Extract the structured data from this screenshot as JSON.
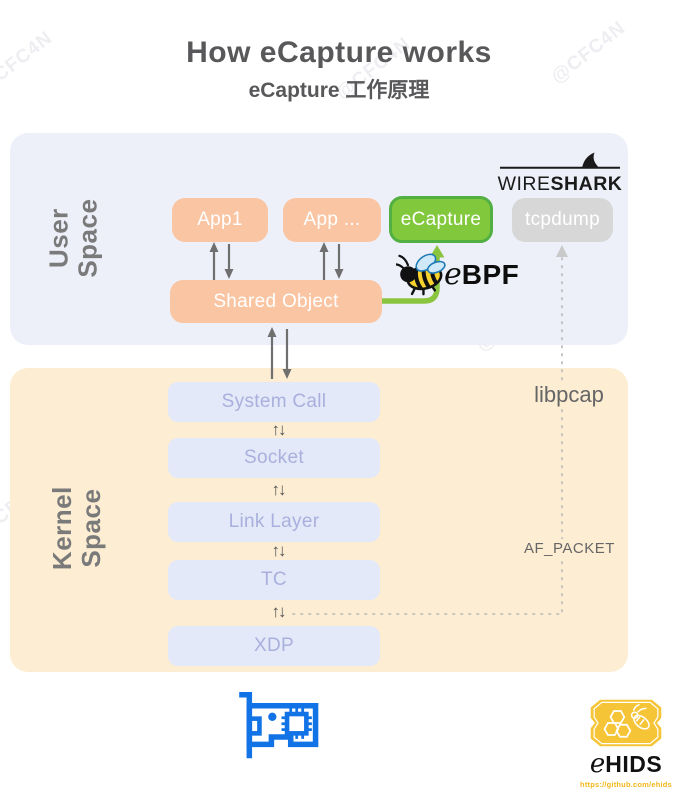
{
  "watermark": "@CFC4N",
  "header": {
    "title": "How eCapture works",
    "subtitle": "eCapture 工作原理"
  },
  "user_space": {
    "label_line1": "User",
    "label_line2": "Space",
    "app1": "App1",
    "app_more": "App ...",
    "ecapture": "eCapture",
    "tcpdump": "tcpdump",
    "shared_object": "Shared Object",
    "wireshark": {
      "wire": "WIRE",
      "shark": "SHARK"
    },
    "ebpf": {
      "e": "e",
      "bpf": "BPF"
    }
  },
  "kernel_space": {
    "label_line1": "Kernel",
    "label_line2": "Space",
    "layers": [
      "System Call",
      "Socket",
      "Link Layer",
      "TC",
      "XDP"
    ],
    "libpcap": "libpcap",
    "af_packet": "AF_PACKET",
    "updown_arrow": "↑↓"
  },
  "footer": {
    "ehids_name_e": "e",
    "ehids_name_rest": "HIDS",
    "ehids_url": "https://github.com/ehids"
  },
  "icons": {
    "nic": "network-interface-card-icon",
    "bee": "ebpf-bee-icon",
    "wireshark_fin": "shark-fin-icon",
    "ehids_badge": "ehids-bee-badge-icon"
  },
  "colors": {
    "user_panel": "#eef0f9",
    "kernel_panel": "#fcedd3",
    "app_box": "#f9c5a2",
    "ecapture_fill": "#82c83d",
    "ecapture_border": "#52b043",
    "tcpdump_box": "#d7d7d7",
    "kernel_box": "#e3e9f8",
    "kernel_box_text": "#a9b0dd",
    "green_arrow": "#8bc53f",
    "arrow_gray": "#6f6f6f",
    "nic_blue": "#1273e6",
    "ehids_yellow": "#f6c437"
  }
}
